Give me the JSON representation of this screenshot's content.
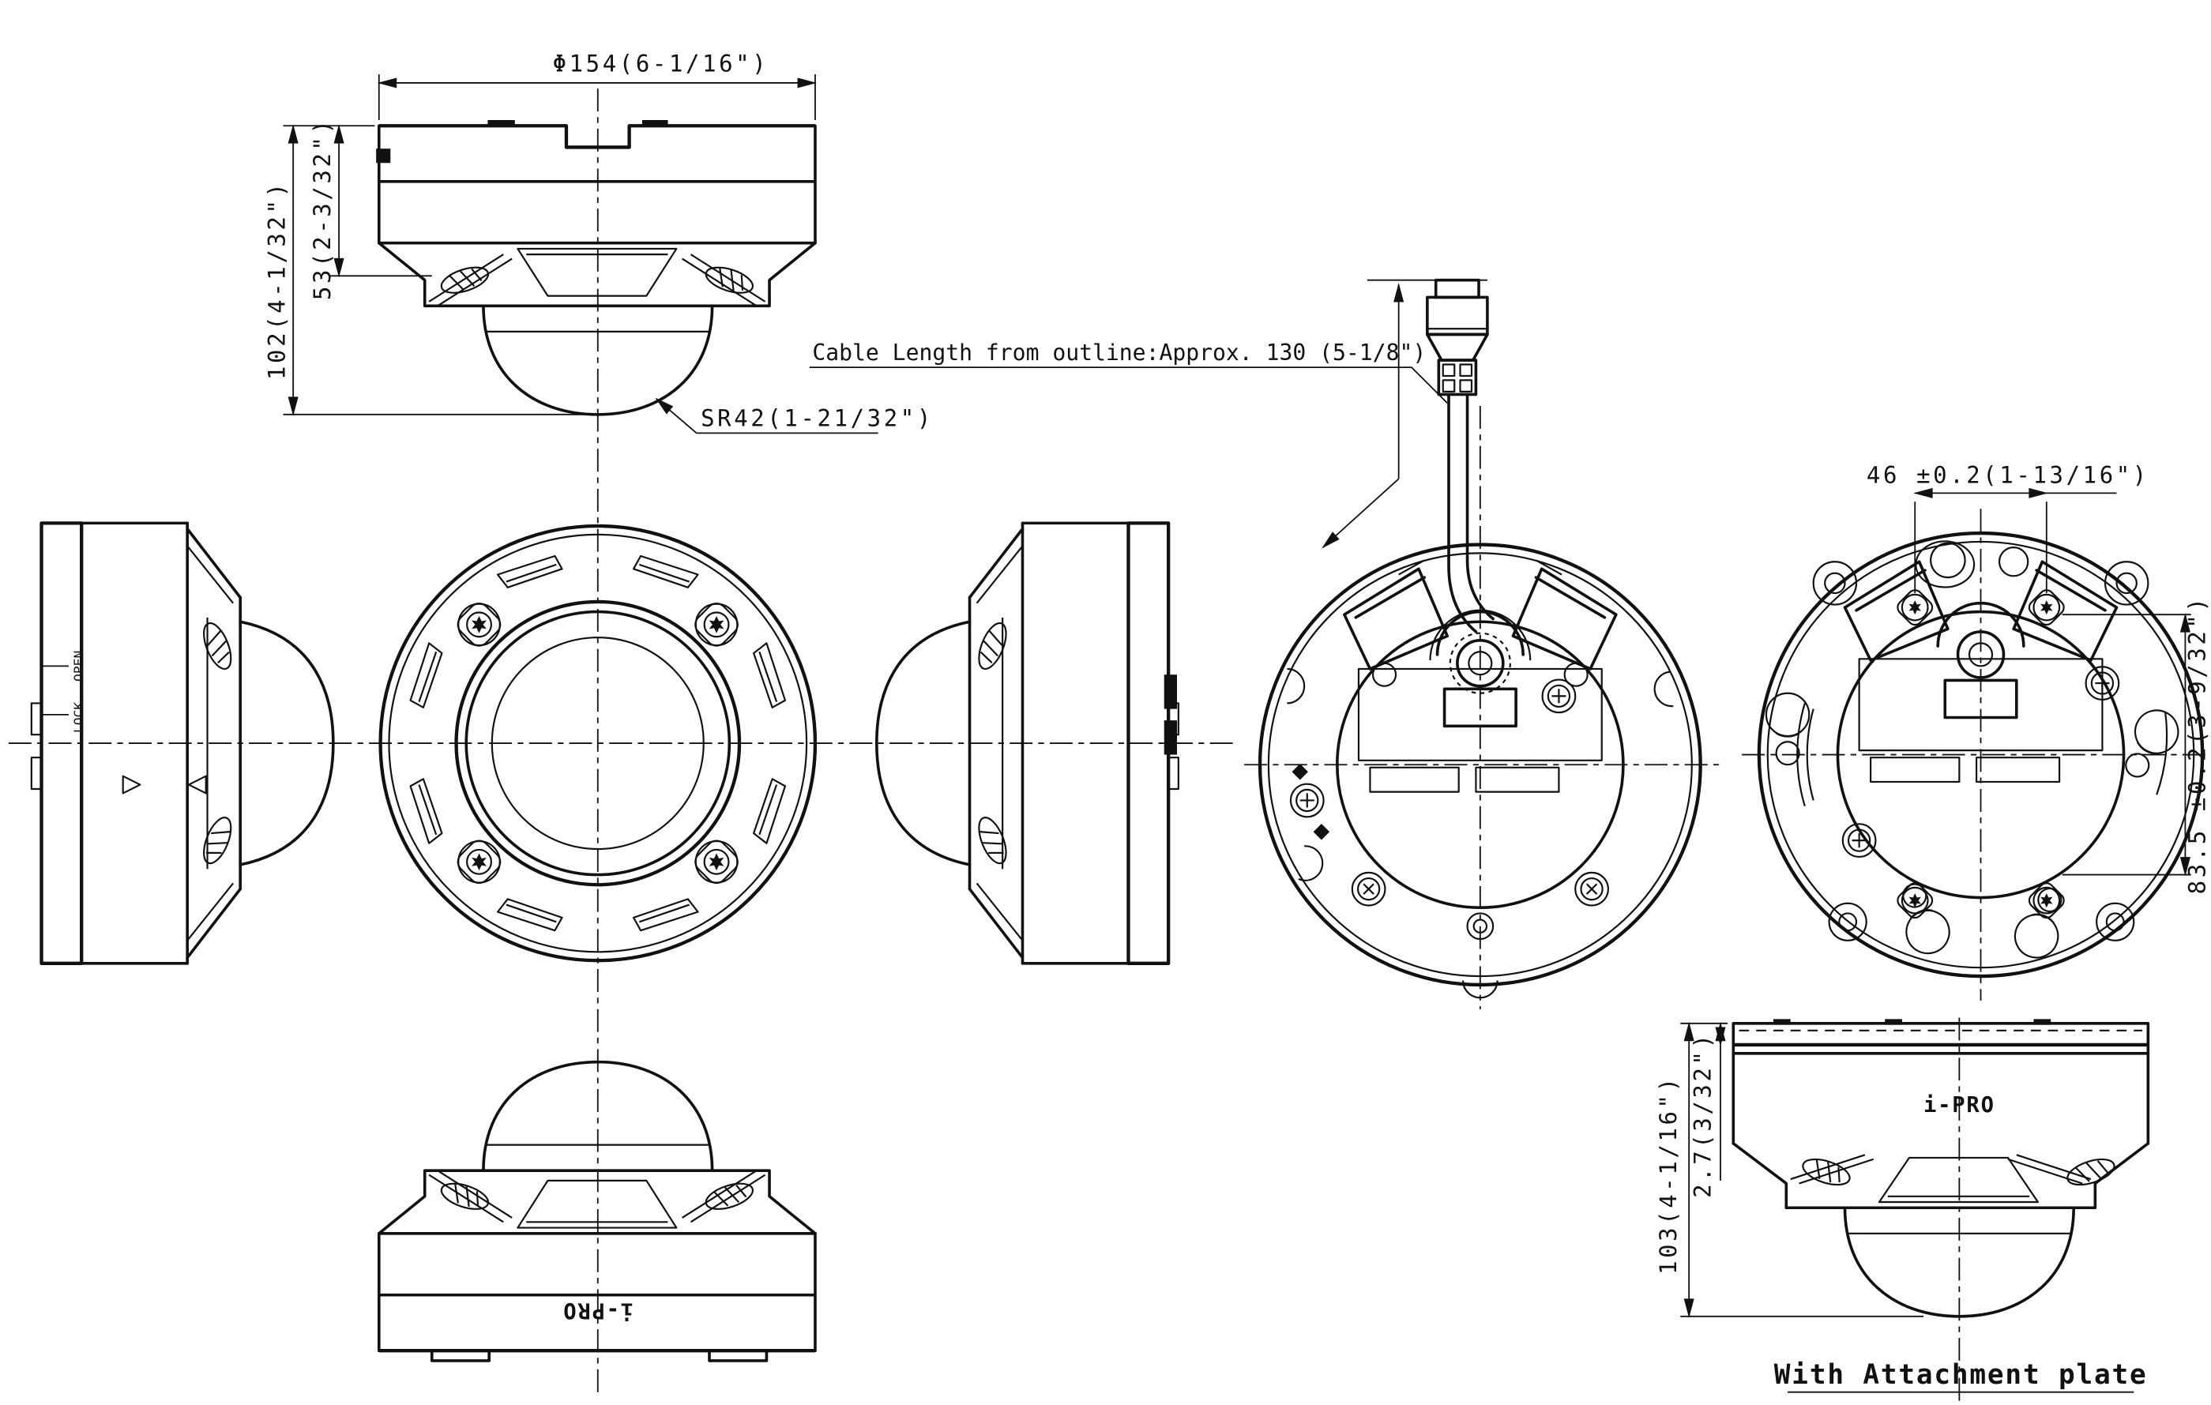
{
  "drawing": {
    "background": "#ffffff",
    "line_color": "#111111",
    "brand_logo": "i-PRO",
    "title_caption": "With Attachment plate",
    "cable_note": "Cable Length from outline:Approx. 130 (5-1/8\")",
    "dimensions": {
      "diameter": "Φ154(6-1/16\")",
      "overall_height": "102(4-1/32\")",
      "body_height": "53(2-3/32\")",
      "dome_radius": "SR42(1-21/32\")",
      "screw_pitch": "46 ±0.2(1-13/16\")",
      "plate_width": "83.5 ±0.2(3-9/32\")",
      "attached_overall_height": "103(4-1/16\")",
      "plate_thickness": "2.7(3/32\")"
    },
    "markings": {
      "open": "OPEN",
      "lock": "LOCK"
    }
  }
}
